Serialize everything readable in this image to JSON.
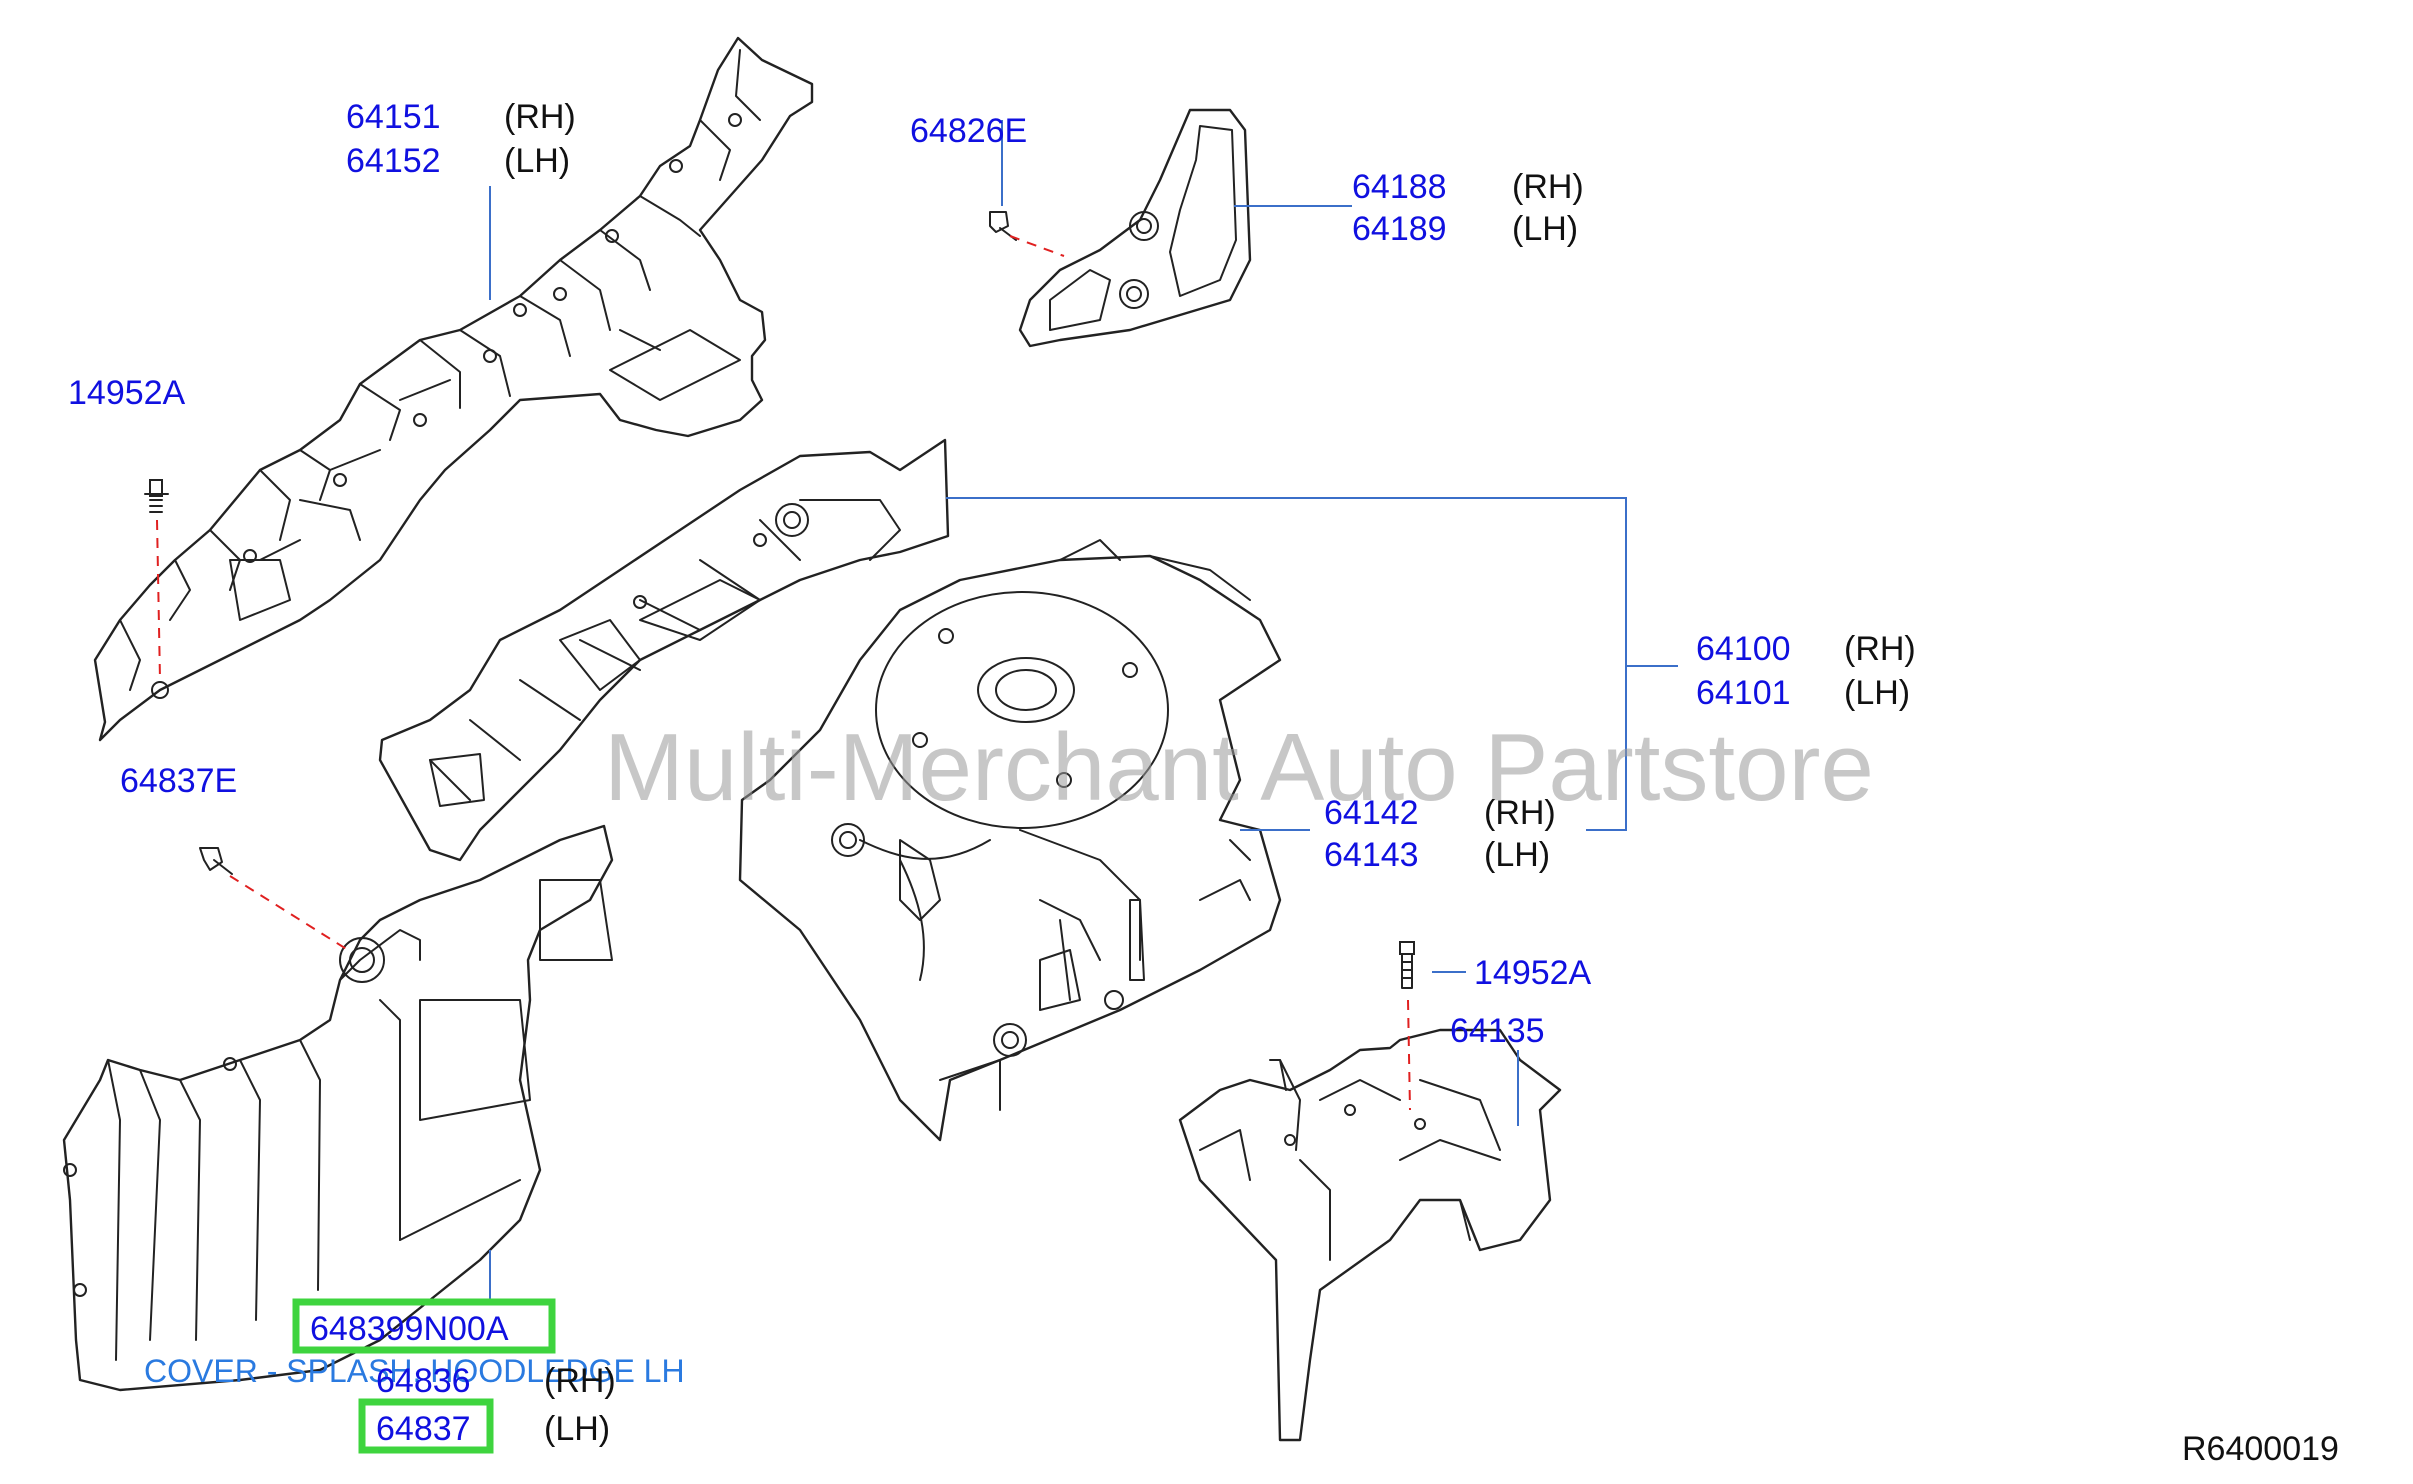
{
  "watermark": "Multi-Merchant Auto Partstore",
  "reference_code": "R6400019",
  "callouts": {
    "hood_ledge_upper": {
      "rh": "64151",
      "lh": "64152",
      "rh_label": "(RH)",
      "lh_label": "(LH)"
    },
    "bracket_top": {
      "num": "64826E"
    },
    "reinforcement": {
      "rh": "64188",
      "lh": "64189",
      "rh_label": "(RH)",
      "lh_label": "(LH)"
    },
    "bolt_left": {
      "num": "14952A"
    },
    "hoodledge_assy": {
      "rh": "64100",
      "lh": "64101",
      "rh_label": "(RH)",
      "lh_label": "(LH)"
    },
    "clip_left": {
      "num": "64837E"
    },
    "wheelhouse": {
      "rh": "64142",
      "lh": "64143",
      "rh_label": "(RH)",
      "lh_label": "(LH)"
    },
    "bolt_right": {
      "num": "14952A"
    },
    "support_bracket": {
      "num": "64135"
    },
    "splash_cover": {
      "highlight_num": "648399N00A",
      "description": "COVER - SPLASH, HOODLEDGE LH",
      "rh": "64836",
      "lh": "64837",
      "rh_label": "(RH)",
      "lh_label": "(LH)"
    }
  },
  "colors": {
    "part_number": "#1010e0",
    "leader": "#3b6fc9",
    "highlight": "#3ed43e",
    "fastener_line": "#e02020"
  }
}
